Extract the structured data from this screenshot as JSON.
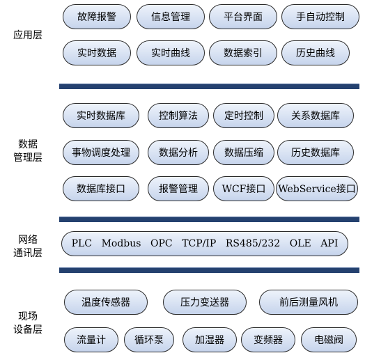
{
  "layers": {
    "application": {
      "label": "应用层",
      "items": [
        "故障报警",
        "信息管理",
        "平台界面",
        "手自动控制",
        "实时数据",
        "实时曲线",
        "数据索引",
        "历史曲线"
      ]
    },
    "data_management": {
      "label_line1": "数据",
      "label_line2": "管理层",
      "items": [
        "实时数据库",
        "控制算法",
        "定时控制",
        "关系数据库",
        "事物调度处理",
        "数据分析",
        "数据压缩",
        "历史数据库",
        "数据库接口",
        "报警管理",
        "WCF接口",
        "WebService接口"
      ]
    },
    "network": {
      "label_line1": "网络",
      "label_line2": "通讯层",
      "protocols": [
        "PLC",
        "Modbus",
        "OPC",
        "TCP/IP",
        "RS485/232",
        "OLE",
        "API"
      ]
    },
    "field": {
      "label_line1": "现场",
      "label_line2": "设备层",
      "items": [
        "温度传感器",
        "压力变送器",
        "前后测量风机",
        "流量计",
        "循环泵",
        "加湿器",
        "变频器",
        "电磁阀"
      ]
    }
  },
  "colors": {
    "pill_fill_top": "#eef3fb",
    "pill_fill_bottom": "#c6d4ec",
    "pill_border": "#2a2a2a",
    "separator": "#24416f"
  }
}
